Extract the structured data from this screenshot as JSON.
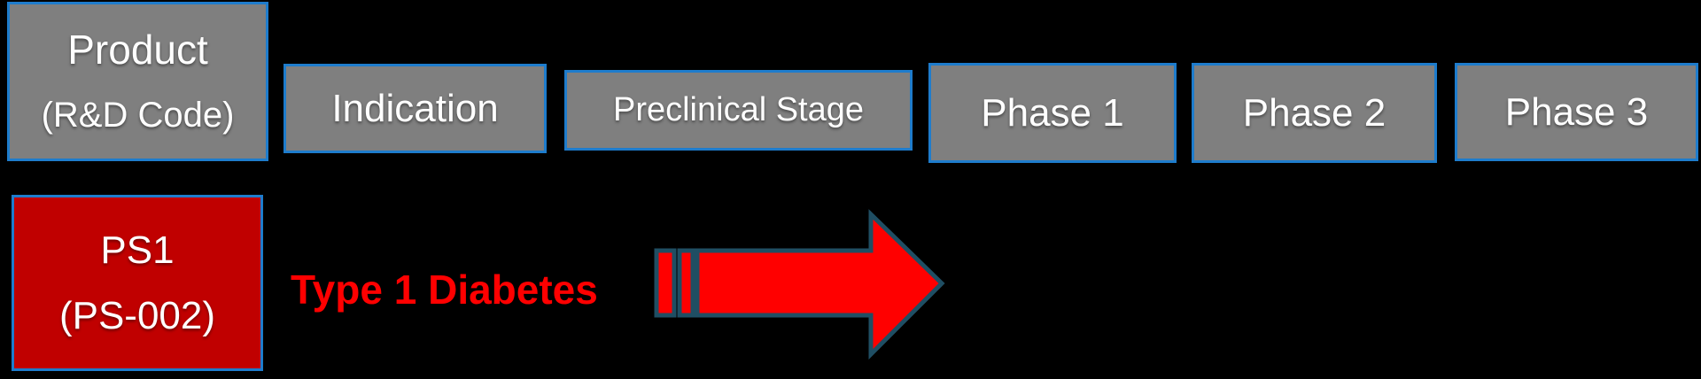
{
  "canvas": {
    "background": "#000000"
  },
  "colors": {
    "canvas-bg": "#000000",
    "stage-fill": "#7F7F7F",
    "box-border": "#1E7CCC",
    "product-fill": "#C00000",
    "red-bright": "#FF0000",
    "arrow-outline": "#1F4E63",
    "text-white": "#FFFFFF"
  },
  "header": {
    "product_column": {
      "title": "Product",
      "subtitle": "(R&D Code)"
    },
    "stage_columns": [
      {
        "id": "indication",
        "label": "Indication"
      },
      {
        "id": "preclinical",
        "label": "Preclinical Stage"
      },
      {
        "id": "phase1",
        "label": "Phase 1"
      },
      {
        "id": "phase2",
        "label": "Phase 2"
      },
      {
        "id": "phase3",
        "label": "Phase 3"
      }
    ]
  },
  "rows": [
    {
      "product_name": "PS1",
      "rnd_code": "(PS-002)",
      "indication": "Type 1 Diabetes",
      "progress": {
        "shape": "striped-right-arrow",
        "covers_stage": "Preclinical Stage",
        "reaches": "Phase 1"
      }
    }
  ]
}
